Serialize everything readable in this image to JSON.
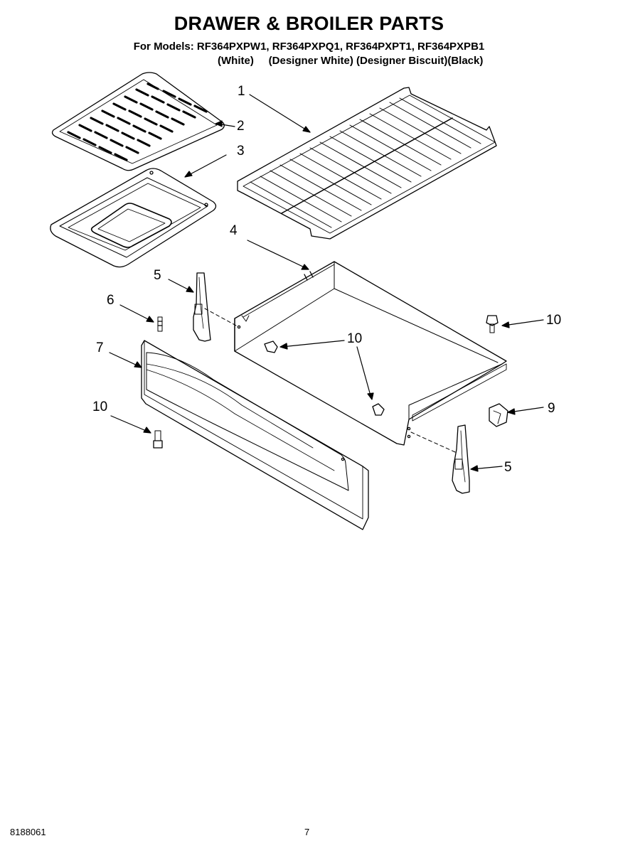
{
  "header": {
    "title": "DRAWER & BROILER PARTS",
    "models": "For Models: RF364PXPW1, RF364PXPQ1, RF364PXPT1, RF364PXPB1",
    "colors": "(White)     (Designer White) (Designer Biscuit)(Black)"
  },
  "callouts": [
    {
      "id": "1",
      "label": "1"
    },
    {
      "id": "2",
      "label": "2"
    },
    {
      "id": "3",
      "label": "3"
    },
    {
      "id": "4",
      "label": "4"
    },
    {
      "id": "5a",
      "label": "5"
    },
    {
      "id": "6",
      "label": "6"
    },
    {
      "id": "7",
      "label": "7"
    },
    {
      "id": "10a",
      "label": "10"
    },
    {
      "id": "10b",
      "label": "10"
    },
    {
      "id": "10c",
      "label": "10"
    },
    {
      "id": "9",
      "label": "9"
    },
    {
      "id": "5b",
      "label": "5"
    }
  ],
  "footer": {
    "doc_number": "8188061",
    "page": "7"
  }
}
